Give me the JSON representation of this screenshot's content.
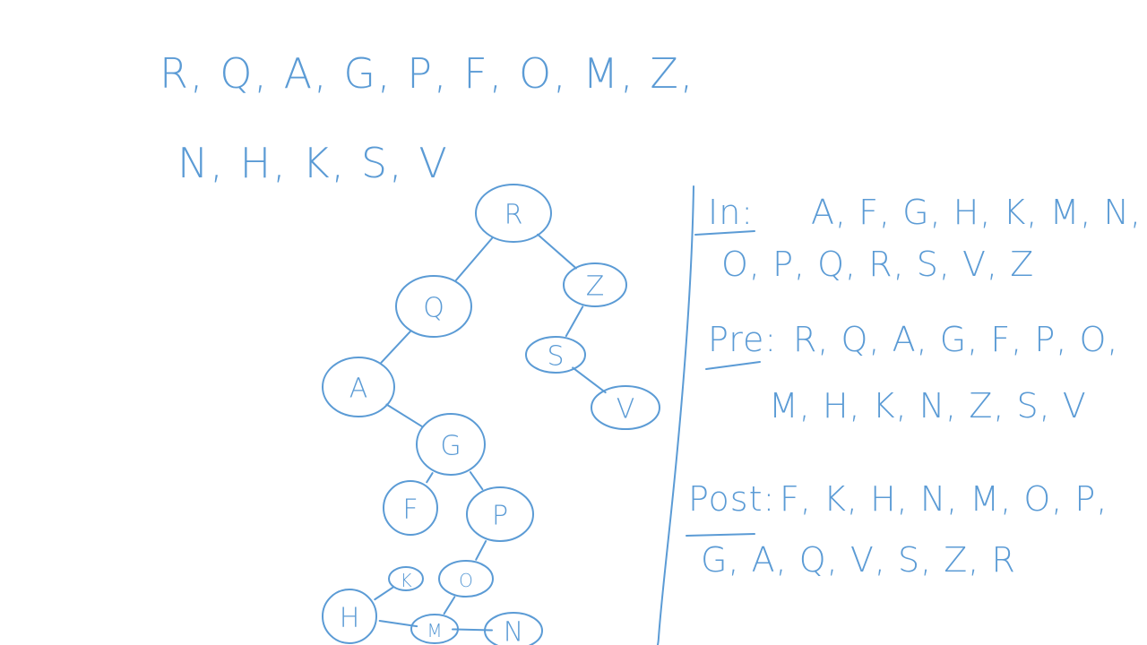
{
  "sequence": {
    "line1": "R, Q, A, G, P, F, O, M, Z,",
    "line2": "N, H, K, S, V"
  },
  "tree": {
    "nodes": [
      {
        "id": "R",
        "label": "R"
      },
      {
        "id": "Q",
        "label": "Q"
      },
      {
        "id": "Z",
        "label": "Z"
      },
      {
        "id": "A",
        "label": "A"
      },
      {
        "id": "S",
        "label": "S"
      },
      {
        "id": "V",
        "label": "V"
      },
      {
        "id": "G",
        "label": "G"
      },
      {
        "id": "F",
        "label": "F"
      },
      {
        "id": "P",
        "label": "P"
      },
      {
        "id": "O",
        "label": "O"
      },
      {
        "id": "K",
        "label": "K"
      },
      {
        "id": "H",
        "label": "H"
      },
      {
        "id": "M",
        "label": "M"
      },
      {
        "id": "N",
        "label": "N"
      }
    ],
    "edges": [
      [
        "R",
        "Q"
      ],
      [
        "R",
        "Z"
      ],
      [
        "Q",
        "A"
      ],
      [
        "Z",
        "S"
      ],
      [
        "S",
        "V"
      ],
      [
        "A",
        "G"
      ],
      [
        "G",
        "F"
      ],
      [
        "G",
        "P"
      ],
      [
        "P",
        "O"
      ],
      [
        "O",
        "M"
      ],
      [
        "M",
        "H"
      ],
      [
        "M",
        "N"
      ],
      [
        "H",
        "K"
      ]
    ]
  },
  "traversals": {
    "inorder": {
      "label": "In:",
      "line1": "A, F, G, H, K, M, N,",
      "line2": "O, P, Q, R, S, V, Z"
    },
    "preorder": {
      "label": "Pre:",
      "line1": "R, Q, A, G, F, P, O,",
      "line2": "M, H, K, N, Z, S, V"
    },
    "postorder": {
      "label": "Post:",
      "line1": "F, K, H, N, M, O, P,",
      "line2": "G, A, Q, V, S, Z, R"
    }
  },
  "ink_color": "#5b9bd5"
}
